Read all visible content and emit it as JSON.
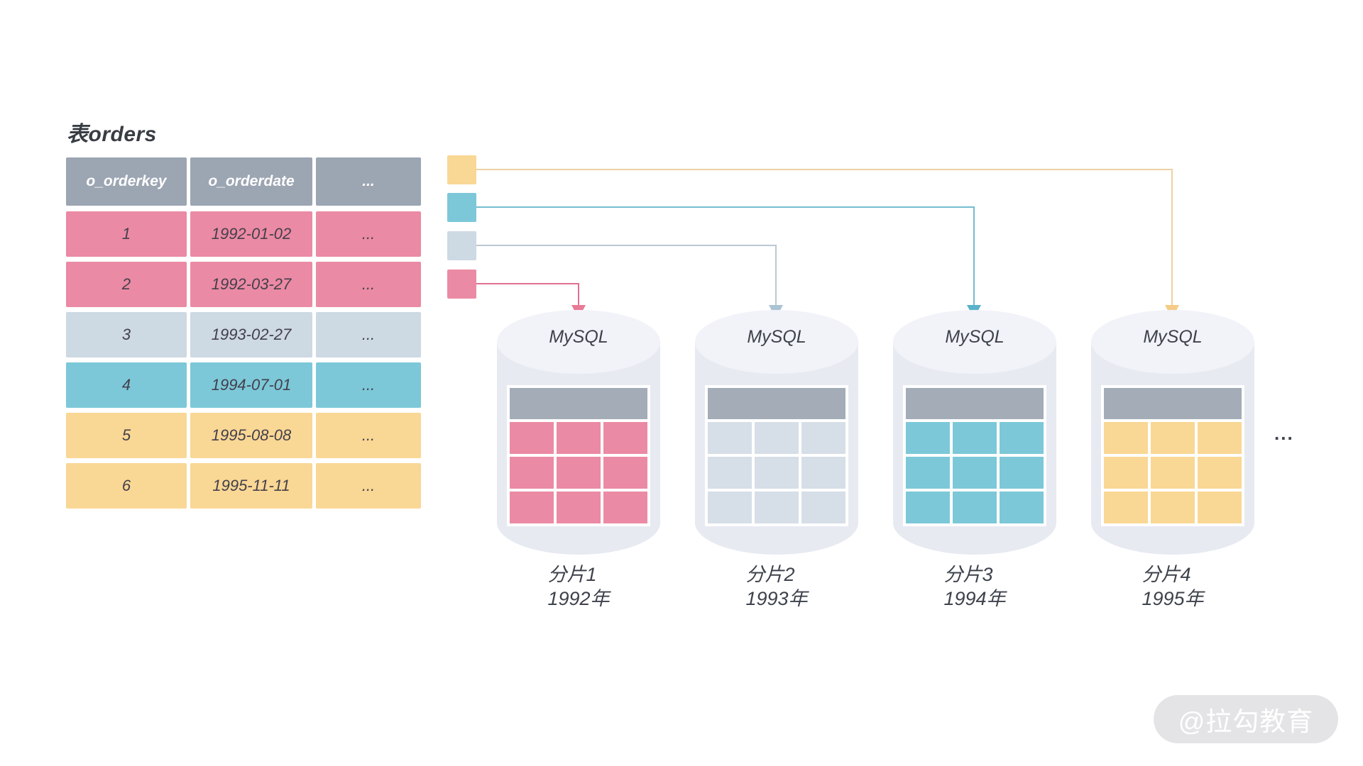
{
  "table": {
    "title": "表orders",
    "columns": [
      "o_orderkey",
      "o_orderdate",
      "..."
    ],
    "rows": [
      {
        "orderkey": "1",
        "orderdate": "1992-01-02",
        "more": "...",
        "color": "#EB8AA4"
      },
      {
        "orderkey": "2",
        "orderdate": "1992-03-27",
        "more": "...",
        "color": "#EB8AA4"
      },
      {
        "orderkey": "3",
        "orderdate": "1993-02-27",
        "more": "...",
        "color": "#CDD9E3"
      },
      {
        "orderkey": "4",
        "orderdate": "1994-07-01",
        "more": "...",
        "color": "#7CC8D8"
      },
      {
        "orderkey": "5",
        "orderdate": "1995-08-08",
        "more": "...",
        "color": "#F9D794"
      },
      {
        "orderkey": "6",
        "orderdate": "1995-11-11",
        "more": "...",
        "color": "#F9D794"
      }
    ]
  },
  "legend": [
    {
      "color_name": "yellow",
      "hex": "#F9D794",
      "points_to": "分片4"
    },
    {
      "color_name": "cyan",
      "hex": "#7CC8D8",
      "points_to": "分片3"
    },
    {
      "color_name": "gray",
      "hex": "#CDD9E3",
      "points_to": "分片2"
    },
    {
      "color_name": "pink",
      "hex": "#EB8AA4",
      "points_to": "分片1"
    }
  ],
  "shards": [
    {
      "db": "MySQL",
      "name": "分片1",
      "year": "1992年",
      "cell_color": "#EB8AA4"
    },
    {
      "db": "MySQL",
      "name": "分片2",
      "year": "1993年",
      "cell_color": "#D6DEE7"
    },
    {
      "db": "MySQL",
      "name": "分片3",
      "year": "1994年",
      "cell_color": "#7CC8D8"
    },
    {
      "db": "MySQL",
      "name": "分片4",
      "year": "1995年",
      "cell_color": "#F9D794"
    }
  ],
  "misc": {
    "more_shards": "...",
    "watermark": "@拉勾教育"
  },
  "colors": {
    "header_gray": "#9CA5B2",
    "mini_header_gray": "#A3ACB7",
    "cylinder_body": "#E8EAF2",
    "cylinder_top": "#F2F3F9",
    "text_dark": "#3D424B",
    "arrow_pink": "#E87B98",
    "arrow_gray": "#ABC4D4",
    "arrow_cyan": "#58B2CB",
    "arrow_yellow": "#F5CB87"
  }
}
